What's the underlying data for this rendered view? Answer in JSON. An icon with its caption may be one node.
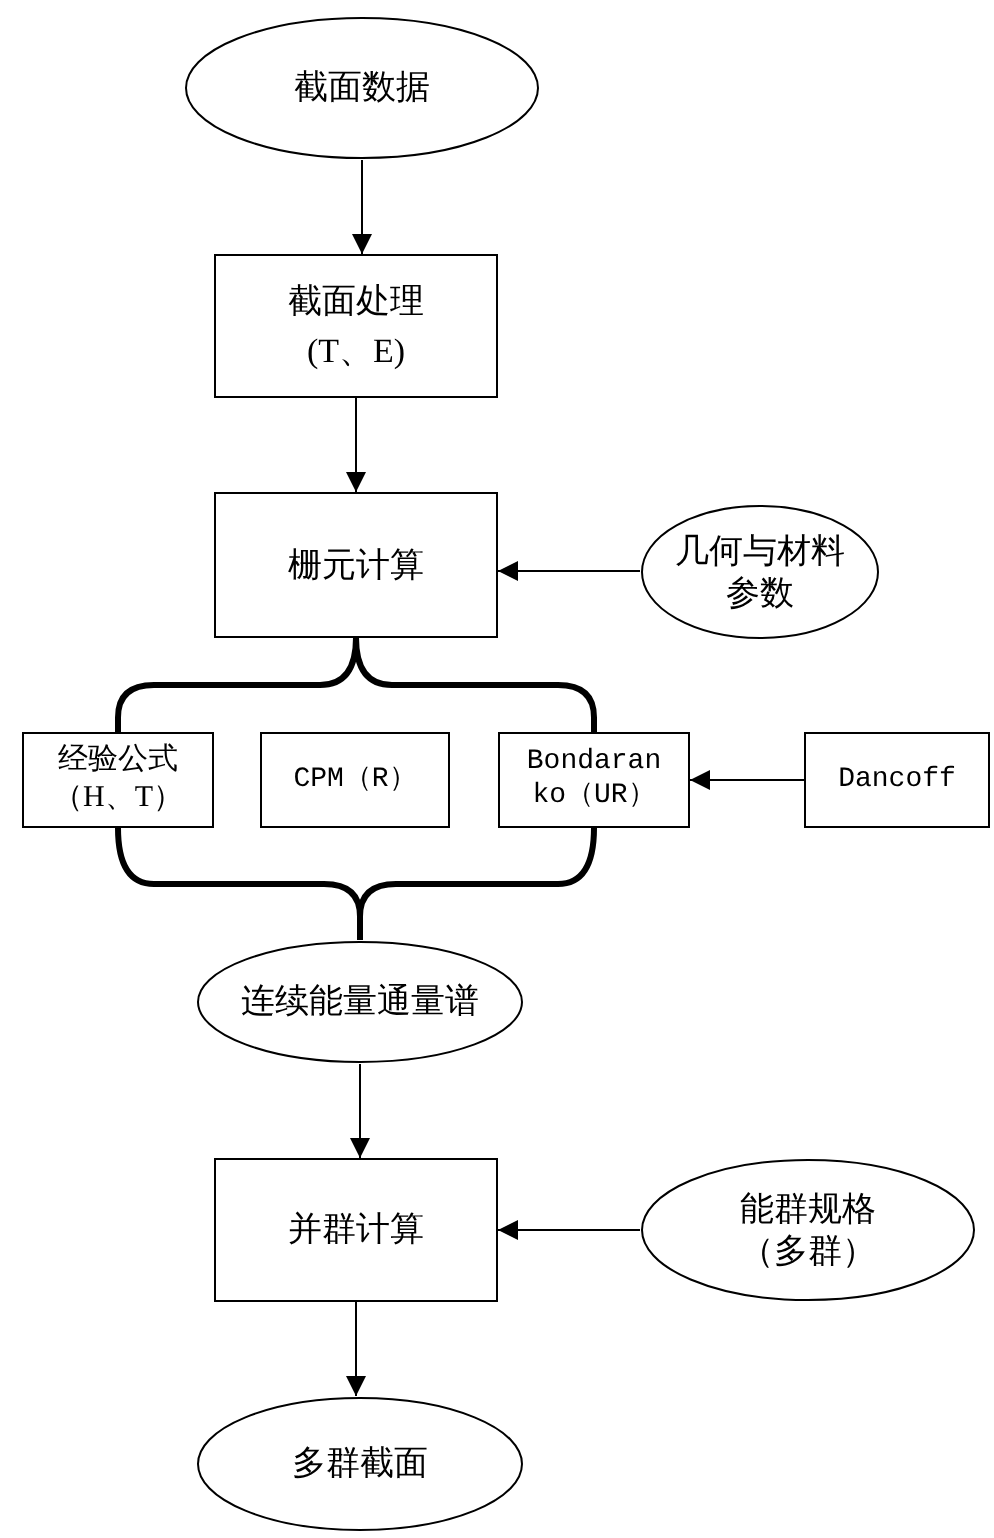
{
  "diagram": {
    "nodes": [
      {
        "text": [
          "截面数据"
        ]
      },
      {
        "text": [
          "截面处理 (T、E)"
        ]
      },
      {
        "text": [
          "栅元计算"
        ]
      },
      {
        "text": [
          "几何与材料参数"
        ]
      },
      {
        "text": [
          "经验公式（H、T）"
        ]
      },
      {
        "text": [
          "CPM（R）"
        ]
      },
      {
        "text": [
          "Bondaranko（UR）"
        ]
      },
      {
        "text": [
          "Dancoff"
        ]
      },
      {
        "text": [
          "连续能量通量谱"
        ]
      },
      {
        "text": [
          "并群计算"
        ]
      },
      {
        "text": [
          "能群规格（多群）"
        ]
      },
      {
        "text": [
          "多群截面"
        ]
      }
    ],
    "edges": [
      {
        "from": 0,
        "to": 1,
        "arrow": "to"
      },
      {
        "from": 1,
        "to": 2,
        "arrow": "to"
      },
      {
        "from": 3,
        "to": 2,
        "arrow": "to"
      },
      {
        "from": 2,
        "to": 4,
        "arrow": "none",
        "style": "thick"
      },
      {
        "from": 2,
        "to": 6,
        "arrow": "none",
        "style": "thick"
      },
      {
        "from": 7,
        "to": 6,
        "arrow": "to"
      },
      {
        "from": 4,
        "to": 8,
        "arrow": "none",
        "style": "thick"
      },
      {
        "from": 6,
        "to": 8,
        "arrow": "none",
        "style": "thick"
      },
      {
        "from": 8,
        "to": 9,
        "arrow": "to"
      },
      {
        "from": 10,
        "to": 9,
        "arrow": "to"
      },
      {
        "from": 9,
        "to": 11,
        "arrow": "to"
      }
    ]
  }
}
